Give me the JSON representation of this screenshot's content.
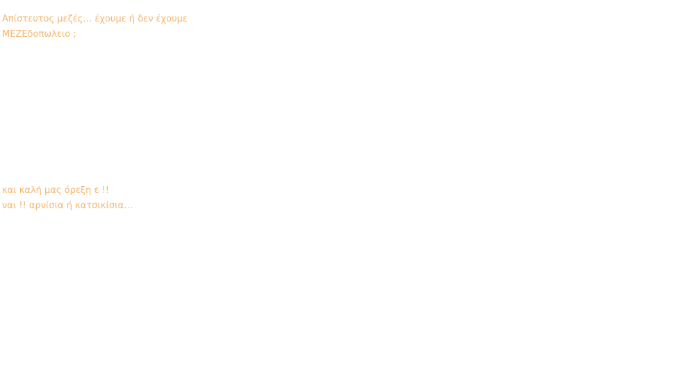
{
  "content": {
    "top_lines": [
      "Απίστευτος μεζές… έχουμε ή δεν έχουμε",
      "ΜΕΖΕδοπωλειο ;"
    ],
    "bottom_lines": [
      "και καλή μας όρεξη ε !!",
      "ναι !! αρνίσια ή κατσικίσια…"
    ]
  },
  "colors": {
    "text": "#f5b66f",
    "background": "#ffffff"
  }
}
